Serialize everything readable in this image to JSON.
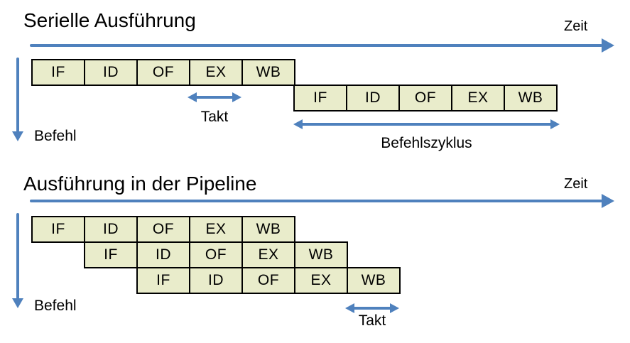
{
  "colors": {
    "accent": "#4F81BD",
    "box_fill": "#E9ECCB",
    "box_border": "#000000",
    "text": "#000000"
  },
  "serial": {
    "title": "Serielle Ausführung",
    "zeit": "Zeit",
    "befehl": "Befehl",
    "takt": "Takt",
    "befehlszyklus": "Befehlszyklus",
    "rows": [
      {
        "stages": [
          "IF",
          "ID",
          "OF",
          "EX",
          "WB"
        ]
      },
      {
        "stages": [
          "IF",
          "ID",
          "OF",
          "EX",
          "WB"
        ]
      }
    ]
  },
  "pipeline": {
    "title": "Ausführung in der Pipeline",
    "zeit": "Zeit",
    "befehl": "Befehl",
    "takt": "Takt",
    "rows": [
      {
        "stages": [
          "IF",
          "ID",
          "OF",
          "EX",
          "WB"
        ]
      },
      {
        "stages": [
          "IF",
          "ID",
          "OF",
          "EX",
          "WB"
        ]
      },
      {
        "stages": [
          "IF",
          "ID",
          "OF",
          "EX",
          "WB"
        ]
      }
    ]
  }
}
